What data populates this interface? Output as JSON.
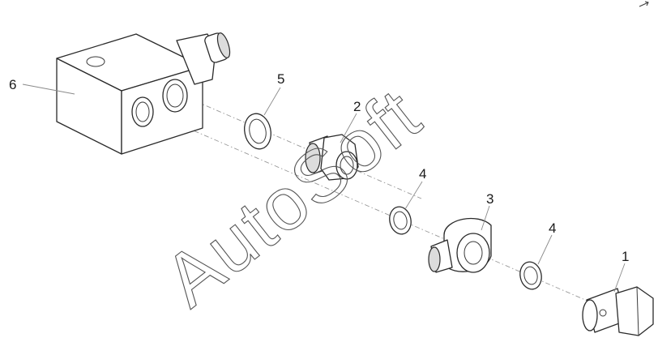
{
  "callouts": {
    "p1": "1",
    "p2": "2",
    "p3": "3",
    "p4a": "4",
    "p4b": "4",
    "p5": "5",
    "p6": "6"
  },
  "watermark": "AutoSoft",
  "colors": {
    "line": "#2a2a2a",
    "shade": "#dcdcdc",
    "background": "#ffffff"
  }
}
